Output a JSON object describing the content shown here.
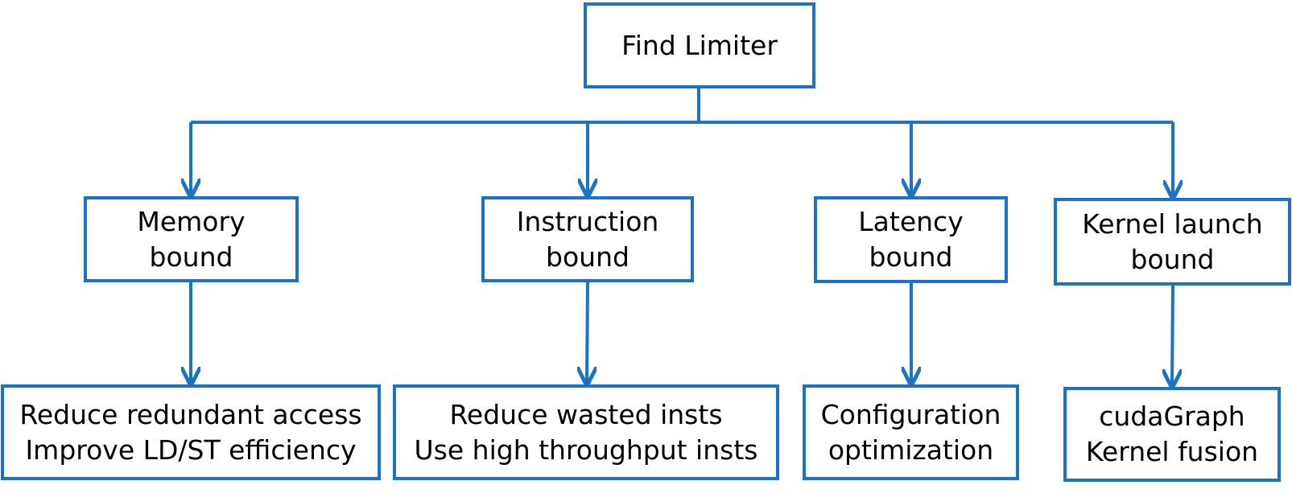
{
  "colors": {
    "accent": "#1a73c4",
    "text": "#000000",
    "background": "#ffffff"
  },
  "root": {
    "label": "Find Limiter"
  },
  "branches": [
    {
      "category": [
        "Memory",
        "bound"
      ],
      "actions": [
        "Reduce redundant access",
        "Improve LD/ST efficiency"
      ]
    },
    {
      "category": [
        "Instruction",
        "bound"
      ],
      "actions": [
        "Reduce wasted insts",
        "Use high throughput insts"
      ]
    },
    {
      "category": [
        "Latency",
        "bound"
      ],
      "actions": [
        "Configuration",
        "optimization"
      ]
    },
    {
      "category": [
        "Kernel launch",
        "bound"
      ],
      "actions": [
        "cudaGraph",
        "Kernel fusion"
      ]
    }
  ]
}
